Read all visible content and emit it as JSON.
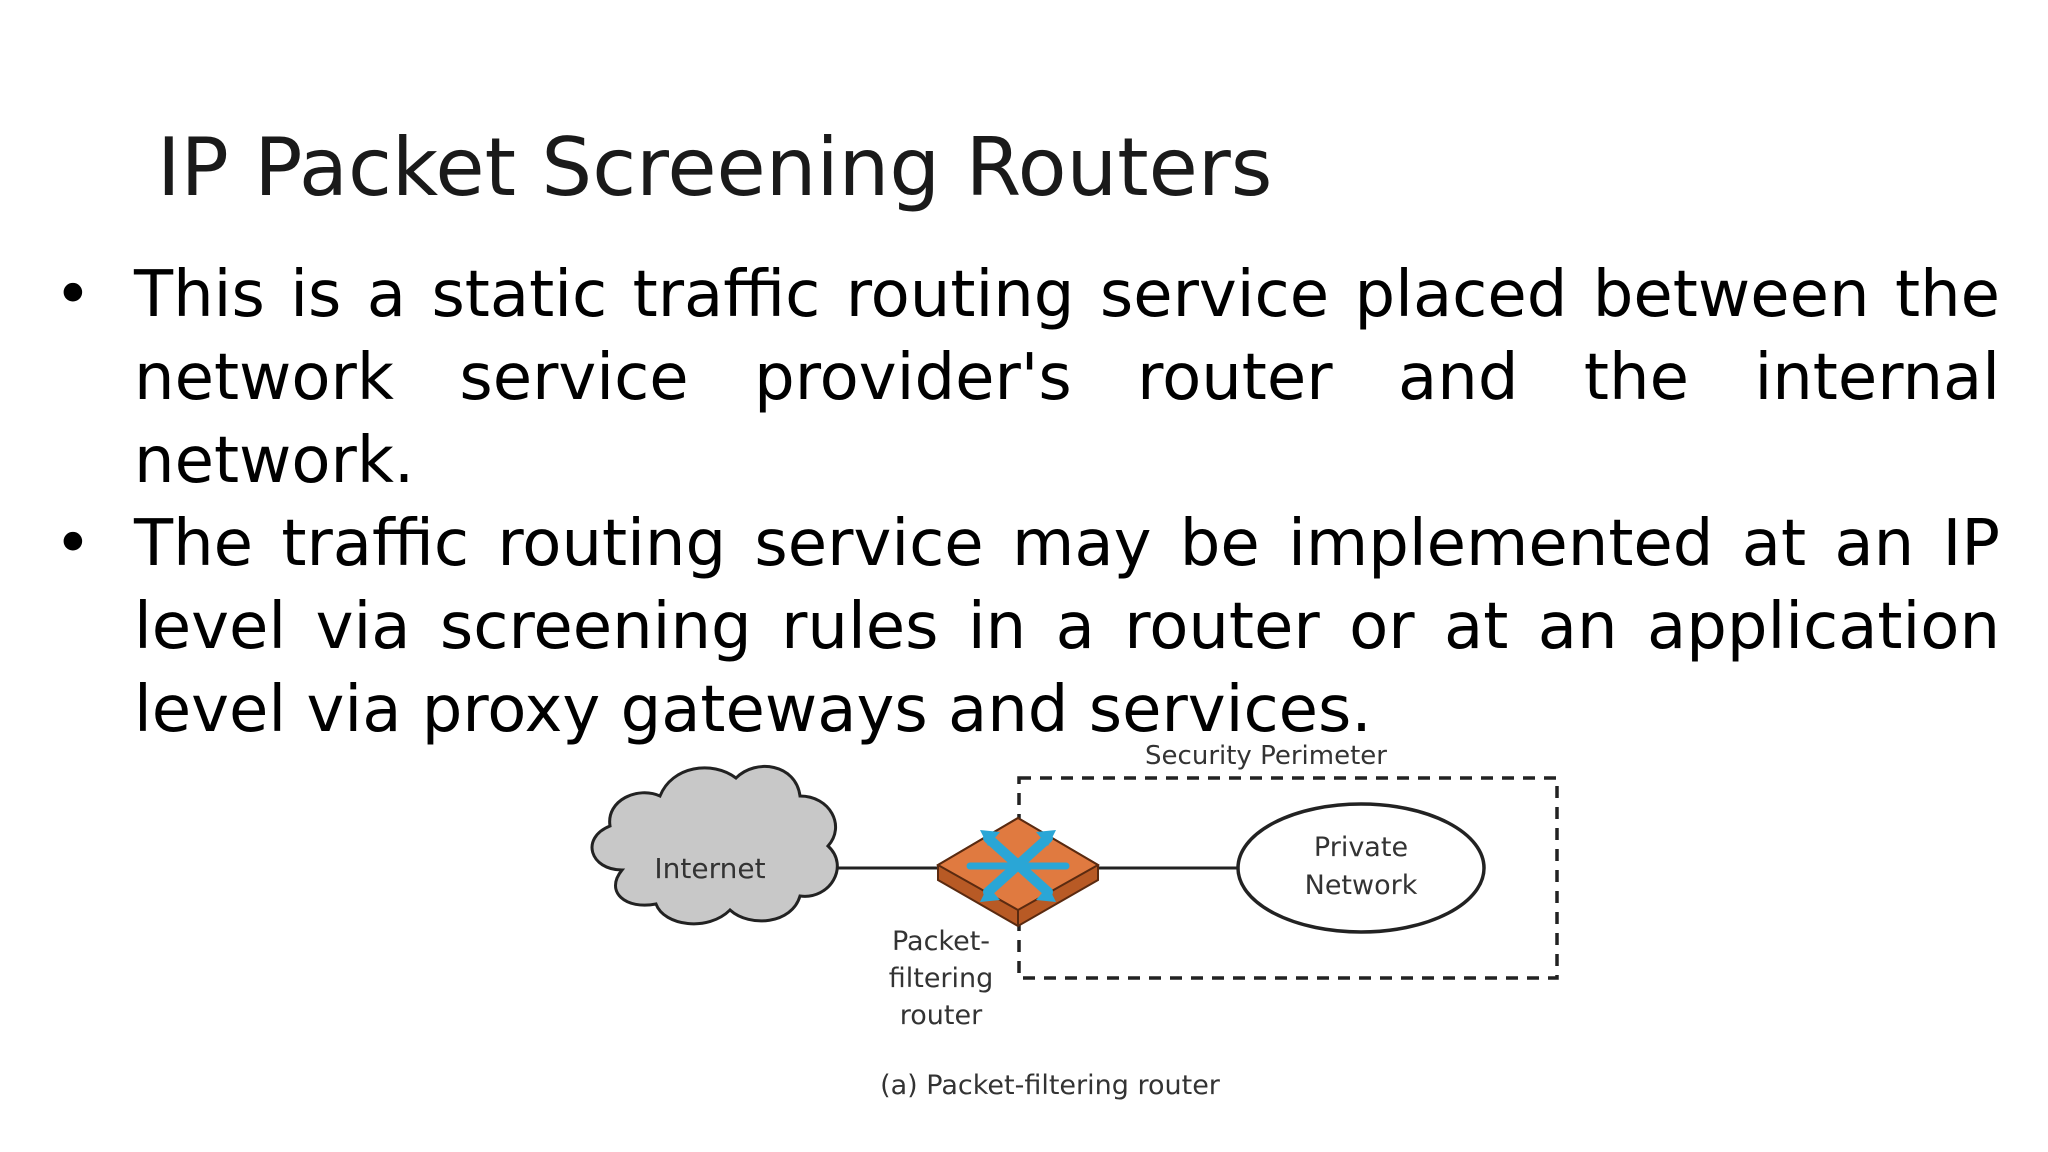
{
  "slide": {
    "title": "IP Packet Screening Routers",
    "bullets": [
      "This is a static traffic routing service placed between the network service provider's router and the internal network.",
      "The traffic routing service may be implemented at an IP level via screening rules in a router or at an application level via proxy gateways and services."
    ]
  },
  "diagram": {
    "perimeter_label": "Security Perimeter",
    "internet_label": "Internet",
    "private_network_line1": "Private",
    "private_network_line2": "Network",
    "router_label_line1": "Packet-",
    "router_label_line2": "filtering",
    "router_label_line3": "router",
    "caption": "(a) Packet-filtering router",
    "colors": {
      "cloud_fill": "#c8c8c8",
      "router_top": "#e07a40",
      "router_side": "#b85a25",
      "router_arrows": "#2aa6d6"
    }
  }
}
